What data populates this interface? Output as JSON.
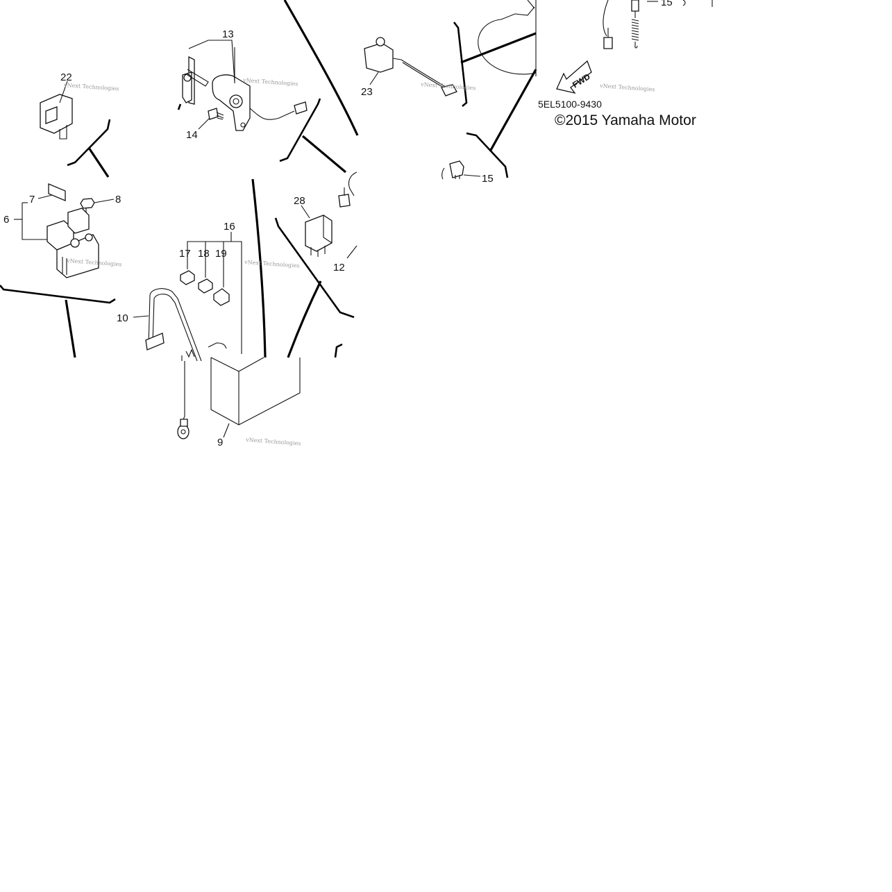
{
  "diagram": {
    "callouts": {
      "p6": "6",
      "p7": "7",
      "p8": "8",
      "p9": "9",
      "p10": "10",
      "p12": "12",
      "p13": "13",
      "p14": "14",
      "p15": "15",
      "p15b": "15",
      "p16": "16",
      "p17": "17",
      "p18": "18",
      "p19": "19",
      "p22": "22",
      "p23": "23",
      "p28": "28"
    },
    "direction_arrow": "FWD",
    "diagram_code": "5EL5100-9430",
    "copyright": "©2015 Yamaha Motor",
    "watermark": "vNext Technologies"
  }
}
